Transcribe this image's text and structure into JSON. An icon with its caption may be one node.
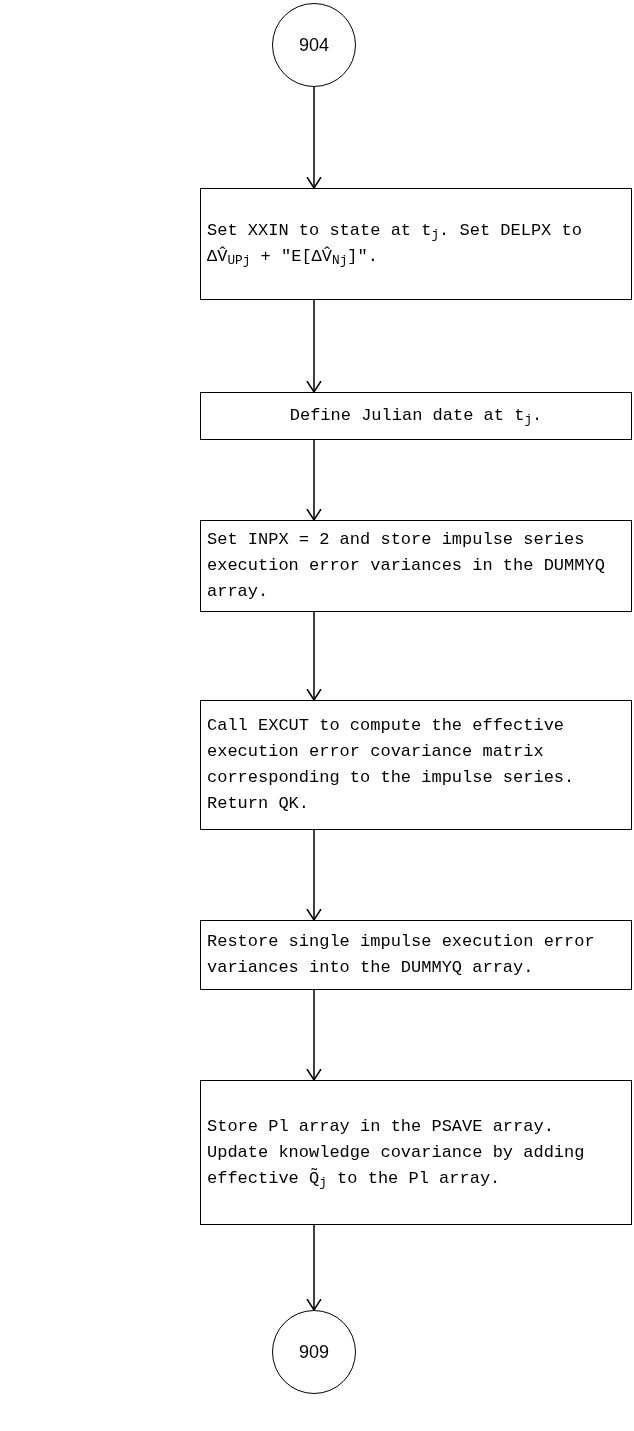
{
  "diagram": {
    "nodes": [
      {
        "text": [
          "904"
        ]
      },
      {
        "text": [
          "Set XXIN to state at t$_{j}$. Set DELPX to ΔV̂$_{UPj}$ + \"E[ΔV̂$_{Nj}$]\"."
        ]
      },
      {
        "text": [
          "Define Julian date at t$_{j}$."
        ]
      },
      {
        "text": [
          "Set INPX = 2 and store impulse series execution error variances in the DUMMYQ array."
        ]
      },
      {
        "text": [
          "Call EXCUT to compute the effective execution error covariance matrix corresponding to the impulse series. Return QK."
        ]
      },
      {
        "text": [
          "Restore single impulse execution error variances into the DUMMYQ array."
        ]
      },
      {
        "text": [
          "Store Pl array in the PSAVE array. Update knowledge covariance by adding effective Q̃$_{j}$ to the Pl array."
        ]
      },
      {
        "text": [
          "909"
        ]
      }
    ],
    "edges": [
      {
        "from": 0,
        "to": 1,
        "arrow": "to"
      },
      {
        "from": 1,
        "to": 2,
        "arrow": "to"
      },
      {
        "from": 2,
        "to": 3,
        "arrow": "to"
      },
      {
        "from": 3,
        "to": 4,
        "arrow": "to"
      },
      {
        "from": 4,
        "to": 5,
        "arrow": "to"
      },
      {
        "from": 5,
        "to": 6,
        "arrow": "to"
      },
      {
        "from": 6,
        "to": 7,
        "arrow": "to"
      }
    ]
  }
}
